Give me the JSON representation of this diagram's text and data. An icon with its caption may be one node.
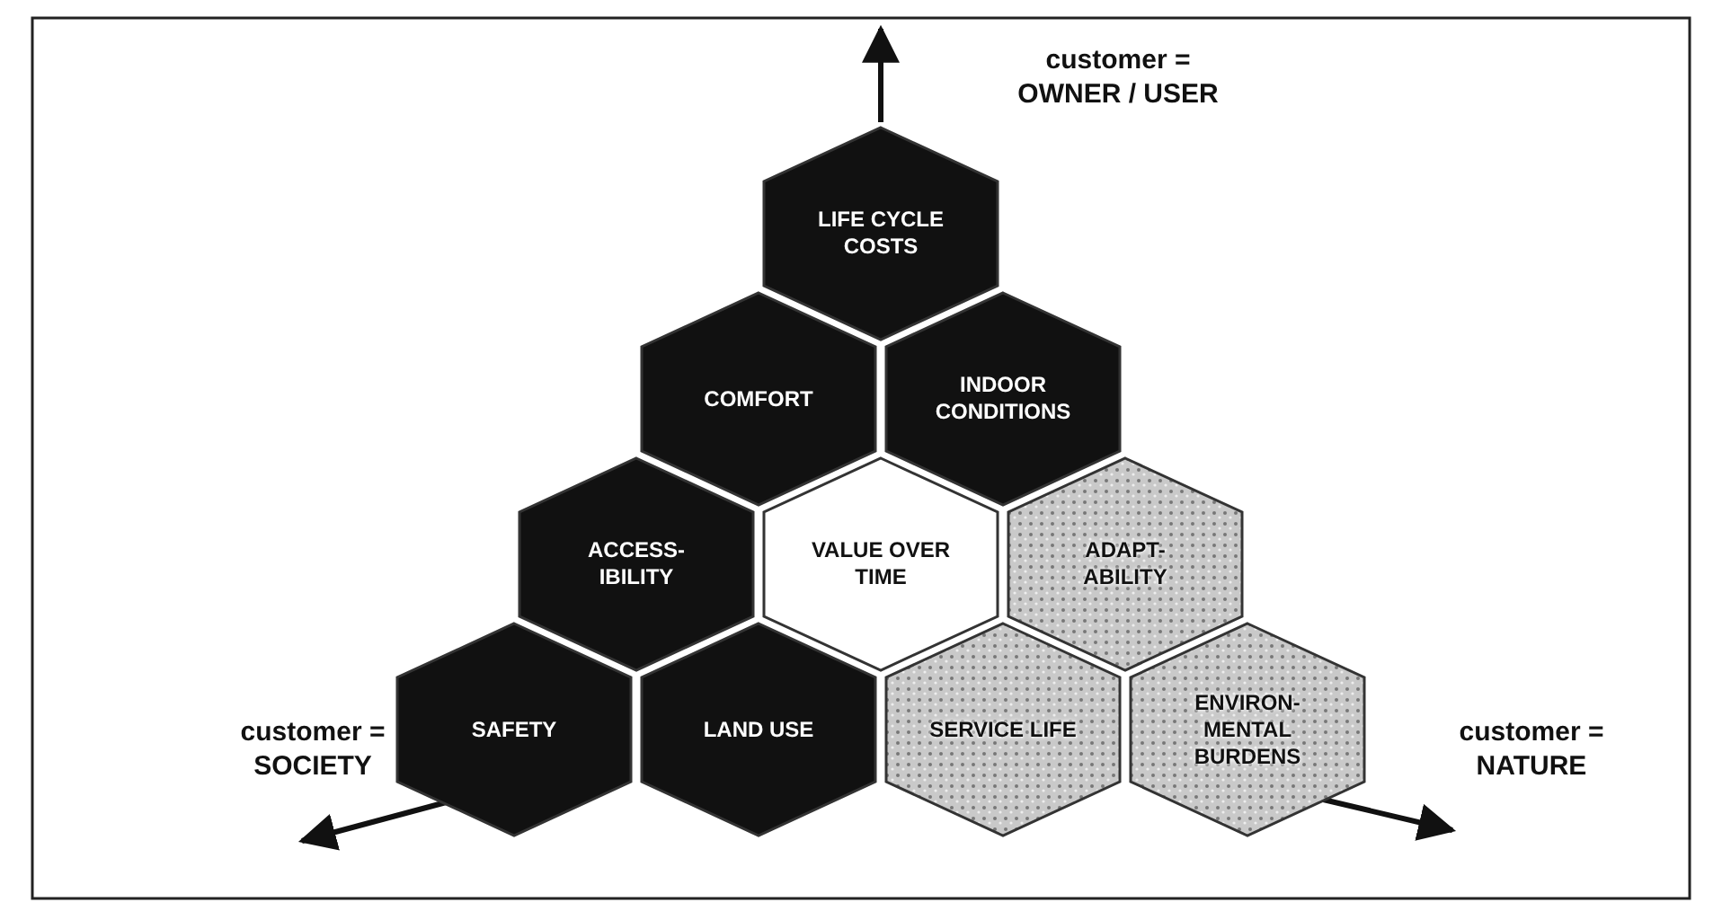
{
  "diagram": {
    "nodes": [
      {
        "text": [
          "LIFE CYCLE COSTS"
        ]
      },
      {
        "text": [
          "COMFORT"
        ]
      },
      {
        "text": [
          "INDOOR CONDITIONS"
        ]
      },
      {
        "text": [
          "ACCESS- IBILITY"
        ]
      },
      {
        "text": [
          "VALUE OVER TIME"
        ]
      },
      {
        "text": [
          "ADAPT- ABILITY"
        ]
      },
      {
        "text": [
          "SAFETY"
        ]
      },
      {
        "text": [
          "LAND USE"
        ]
      },
      {
        "text": [
          "SERVICE LIFE"
        ]
      },
      {
        "text": [
          "ENVIRON- MENTAL BURDENS"
        ]
      }
    ],
    "edges": [],
    "labels": [
      "customer = OWNER / USER",
      "customer = SOCIETY",
      "customer = NATURE"
    ]
  }
}
